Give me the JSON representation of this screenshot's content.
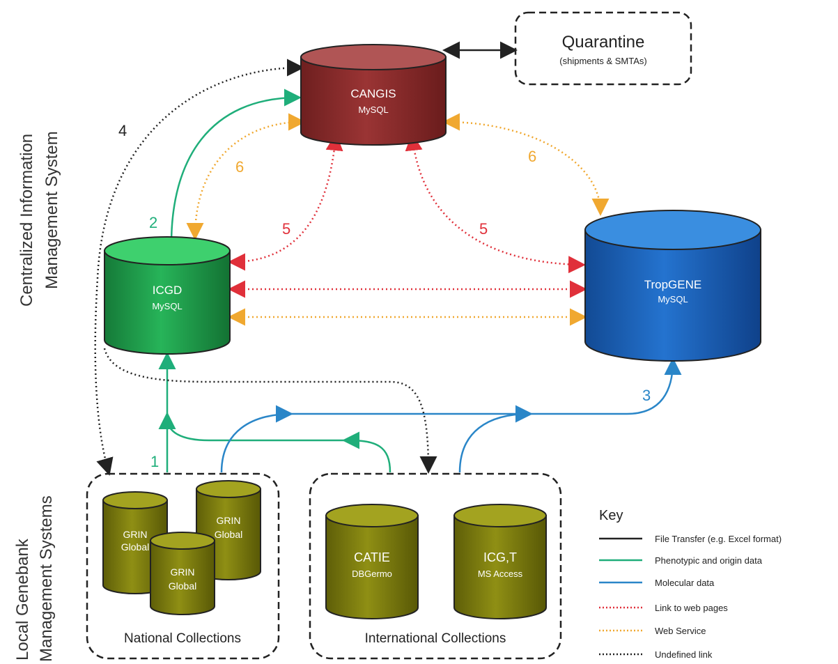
{
  "side_labels": {
    "central_line1": "Centralized Information",
    "central_line2": "Management System",
    "local_line1": "Local Genebank",
    "local_line2": "Management Systems"
  },
  "databases": {
    "cangis": {
      "name": "CANGIS",
      "engine": "MySQL",
      "color": "#8b2a2a"
    },
    "icgd": {
      "name": "ICGD",
      "engine": "MySQL",
      "color": "#1e9c4a"
    },
    "tropgene": {
      "name": "TropGENE",
      "engine": "MySQL",
      "color": "#1b5fb5"
    },
    "grin1": {
      "line1": "GRIN",
      "line2": "Global"
    },
    "grin2": {
      "line1": "GRIN",
      "line2": "Global"
    },
    "grin3": {
      "line1": "GRIN",
      "line2": "Global"
    },
    "catie": {
      "line1": "CATIE",
      "line2": "DBGermo"
    },
    "icgt": {
      "line1": "ICG,T",
      "line2": "MS Access"
    }
  },
  "quarantine": {
    "title": "Quarantine",
    "subtitle": "(shipments & SMTAs)"
  },
  "groups": {
    "national": "National Collections",
    "international": "International Collections"
  },
  "link_numbers": {
    "n1": "1",
    "n2": "2",
    "n3": "3",
    "n4": "4",
    "n5a": "5",
    "n5b": "5",
    "n6a": "6",
    "n6b": "6"
  },
  "key": {
    "title": "Key",
    "items": [
      {
        "label": "File Transfer (e.g. Excel format)",
        "color": "#222222",
        "style": "solid"
      },
      {
        "label": "Phenotypic and origin data",
        "color": "#1fae7a",
        "style": "solid"
      },
      {
        "label": "Molecular data",
        "color": "#2a86c8",
        "style": "solid"
      },
      {
        "label": "Link to web pages",
        "color": "#e0303a",
        "style": "dotted"
      },
      {
        "label": "Web Service",
        "color": "#f0a830",
        "style": "dotted"
      },
      {
        "label": "Undefined link",
        "color": "#222222",
        "style": "dotted"
      }
    ]
  },
  "colors": {
    "file_transfer": "#222222",
    "phenotypic": "#1fae7a",
    "molecular": "#2a86c8",
    "web_link": "#e0303a",
    "web_service": "#f0a830",
    "undefined": "#222222",
    "olive": "#8a8a10"
  }
}
